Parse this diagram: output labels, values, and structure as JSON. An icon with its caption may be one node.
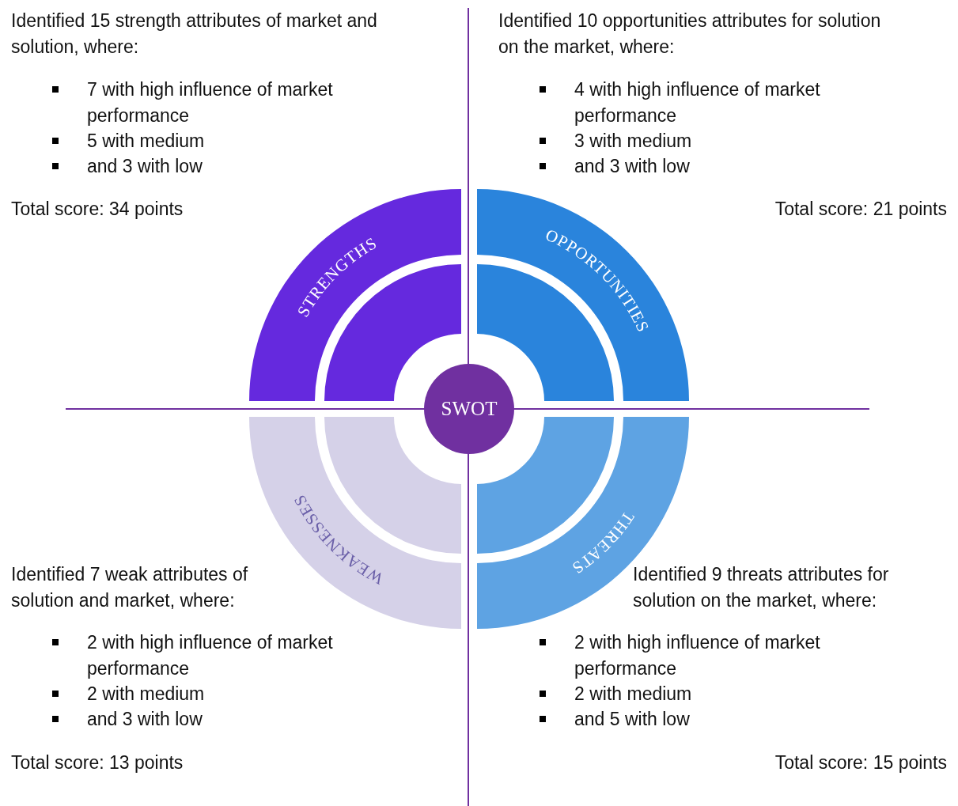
{
  "diagram": {
    "nodes": [
      {
        "text": [
          "STRENGTHS"
        ]
      },
      {
        "text": [],
        "shape": "sector"
      },
      {
        "text": [
          "OPPORTUNITIES"
        ]
      },
      {
        "text": [],
        "shape": "sector"
      },
      {
        "text": [
          "SWOT"
        ]
      },
      {
        "text": [
          "WEAKNESSES"
        ]
      },
      {
        "text": [],
        "shape": "sector"
      },
      {
        "text": [
          "THREATS"
        ]
      },
      {
        "text": [],
        "shape": "sector"
      }
    ],
    "labels": [
      "Identified 15 strength attributes of market and solution, where:",
      "7 with high influence of market performance",
      "5 with medium",
      "and 3 with low",
      "Total score: 34 points",
      "Identified 10 opportunities attributes for solution on the market, where:",
      "4 with high influence of market performance",
      "3 with medium",
      "and 3 with low",
      "Total score: 21 points",
      "Identified 7 weak attributes of solution and market, where:",
      "2 with high influence of market performance",
      "2 with medium",
      "and 3 with low",
      "Total score: 13 points",
      "Identified 9 threats attributes for solution on the market, where:",
      "2 with high influence of market performance",
      "2 with medium",
      "and 5 with low",
      "Total score: 15 points"
    ]
  }
}
